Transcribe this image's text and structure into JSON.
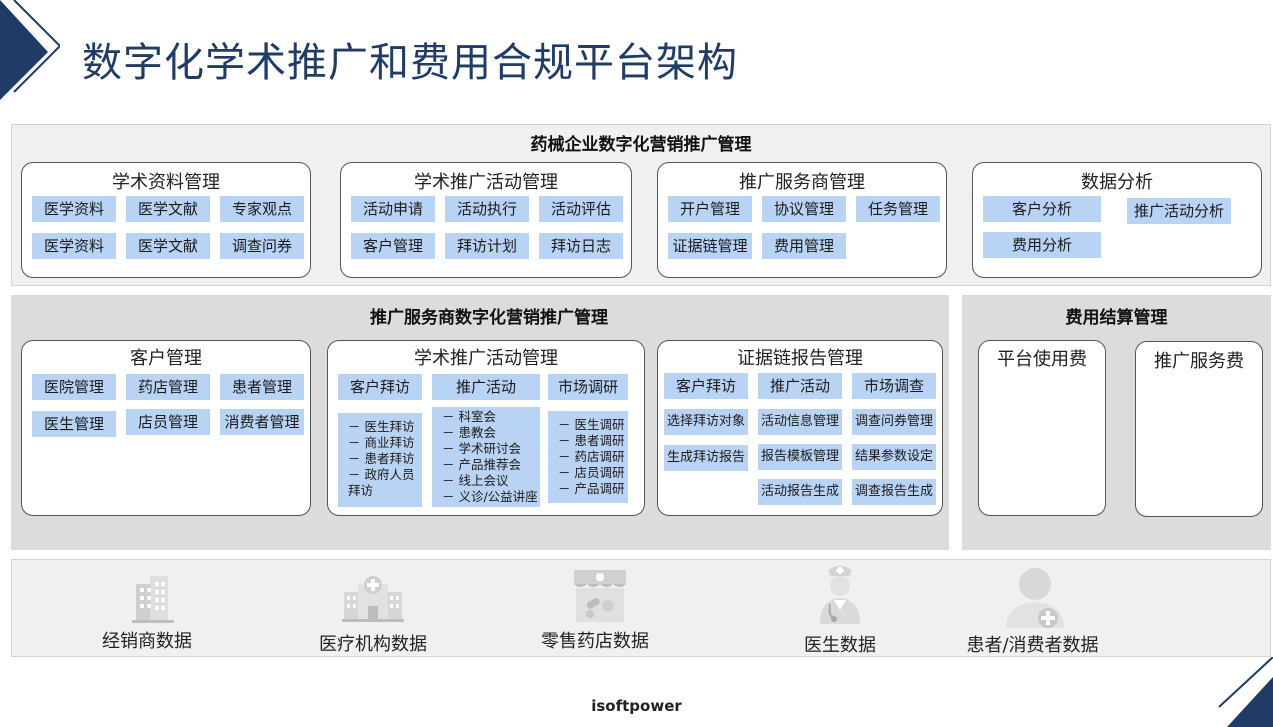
{
  "title": "数字化学术推广和费用合规平台架构",
  "top_section": {
    "title": "药械企业数字化营销推广管理",
    "groups": [
      {
        "title": "学术资料管理",
        "items": [
          "医学资料",
          "医学文献",
          "专家观点",
          "医学资料",
          "医学文献",
          "调查问券"
        ]
      },
      {
        "title": "学术推广活动管理",
        "items": [
          "活动申请",
          "活动执行",
          "活动评估",
          "客户管理",
          "拜访计划",
          "拜访日志"
        ]
      },
      {
        "title": "推广服务商管理",
        "items": [
          "开户管理",
          "协议管理",
          "任务管理",
          "证据链管理",
          "费用管理"
        ]
      },
      {
        "title": "数据分析",
        "items": [
          "客户分析",
          "推广活动分析",
          "费用分析"
        ]
      }
    ]
  },
  "middle_section": {
    "title": "推广服务商数字化营销推广管理",
    "customer": {
      "title": "客户管理",
      "items": [
        "医院管理",
        "药店管理",
        "患者管理",
        "医生管理",
        "店员管理",
        "消费者管理"
      ]
    },
    "academic": {
      "title": "学术推广活动管理",
      "headers": [
        "客户拜访",
        "推广活动",
        "市场调研"
      ],
      "lists": [
        [
          "－  医生拜访",
          "－  商业拜访",
          "－  患者拜访",
          "－  政府人员",
          "    拜访"
        ],
        [
          "－  科室会",
          "－  患教会",
          "－  学术研讨会",
          "－  产品推荐会",
          "－  线上会议",
          "－  义诊/公益讲座"
        ],
        [
          "－  医生调研",
          "－  患者调研",
          "－  药店调研",
          "－  店员调研",
          "－  产品调研"
        ]
      ]
    },
    "evidence": {
      "title": "证据链报告管理",
      "headers": [
        "客户拜访",
        "推广活动",
        "市场调查"
      ],
      "items": [
        "选择拜访对象",
        "活动信息管理",
        "调查问券管理",
        "生成拜访报告",
        "报告模板管理",
        "结果参数设定",
        "活动报告生成",
        "调查报告生成"
      ]
    }
  },
  "settlement": {
    "title": "费用结算管理",
    "items": [
      "平台使用费",
      "推广服务费"
    ]
  },
  "data_sources": [
    {
      "label": "经销商数据",
      "icon": "building-icon"
    },
    {
      "label": "医疗机构数据",
      "icon": "hospital-icon"
    },
    {
      "label": "零售药店数据",
      "icon": "pharmacy-icon"
    },
    {
      "label": "医生数据",
      "icon": "doctor-icon"
    },
    {
      "label": "患者/消费者数据",
      "icon": "patient-icon"
    }
  ],
  "footer": "isoftpower",
  "colors": {
    "title": "#1f3b66",
    "chip": "#b9d3f5",
    "panel": "#f0f0f0",
    "panel_dark": "#dcdcdc"
  }
}
